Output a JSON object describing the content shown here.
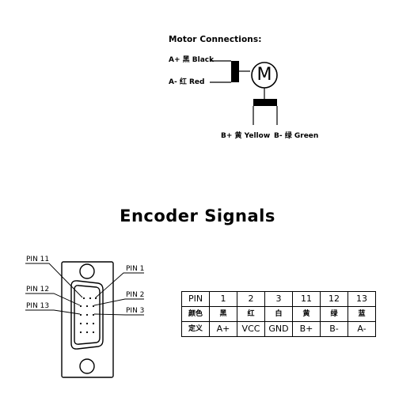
{
  "motor": {
    "title": "Motor Connections:",
    "symbol": "M",
    "wires": {
      "a_plus": "A+ 黑 Black",
      "a_minus": "A- 红 Red",
      "b_plus": "B+ 黄 Yellow",
      "b_minus": "B- 绿 Green"
    }
  },
  "encoder": {
    "title": "Encoder Signals",
    "pin_labels": {
      "pin11": "PIN 11",
      "pin12": "PIN 12",
      "pin13": "PIN 13",
      "pin1": "PIN 1",
      "pin2": "PIN 2",
      "pin3": "PIN 3"
    },
    "table": {
      "rows": [
        [
          "PIN",
          "1",
          "2",
          "3",
          "11",
          "12",
          "13"
        ],
        [
          "颜色",
          "黑",
          "红",
          "白",
          "黄",
          "绿",
          "蓝"
        ],
        [
          "定义",
          "A+",
          "VCC",
          "GND",
          "B+",
          "B-",
          "A-"
        ]
      ]
    }
  }
}
